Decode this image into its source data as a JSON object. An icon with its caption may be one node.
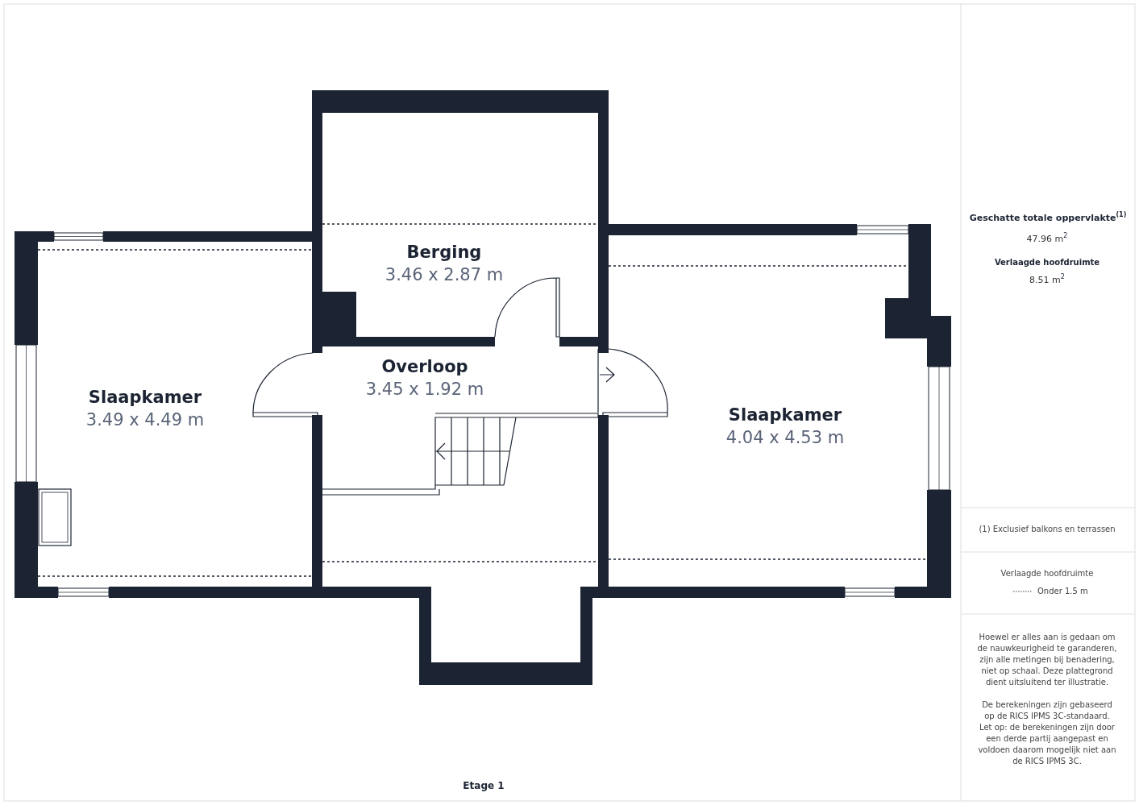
{
  "diagram": {
    "nodes": [
      {
        "text": [
          "Berging",
          "3.46 x 2.87 m"
        ]
      },
      {
        "text": [
          "Slaapkamer",
          "3.49 x 4.49 m"
        ]
      },
      {
        "text": [
          "Overloop",
          "3.45 x 1.92 m"
        ]
      },
      {
        "text": [
          "Slaapkamer",
          "4.04 x 4.53 m"
        ]
      }
    ],
    "labels": [
      "Geschatte totale oppervlakte$^{(1)}$",
      "47.96 m$^{2}$",
      "Verlaagde hoofdruimte",
      "8.51 m$^{2}$",
      "(1) Exclusief balkons en terrassen",
      "Verlaagde hoofdruimte",
      "Hoewel er alles aan is gedaan om de nauwkeurigheid te garanderen, zijn alle metingen bij benadering, niet op schaal. Deze plattegrond dient uitsluitend ter illustratie.",
      "De berekeningen zijn gebaseerd op de RICS IPMS 3C-standaard. Let op: de berekeningen zijn door een derde partij aangepast en voldoen daarom mogelijk niet aan de RICS IPMS 3C.",
      "Etage 1"
    ],
    "legend": [
      {
        "text": "Onder 1.5 m"
      }
    ]
  }
}
